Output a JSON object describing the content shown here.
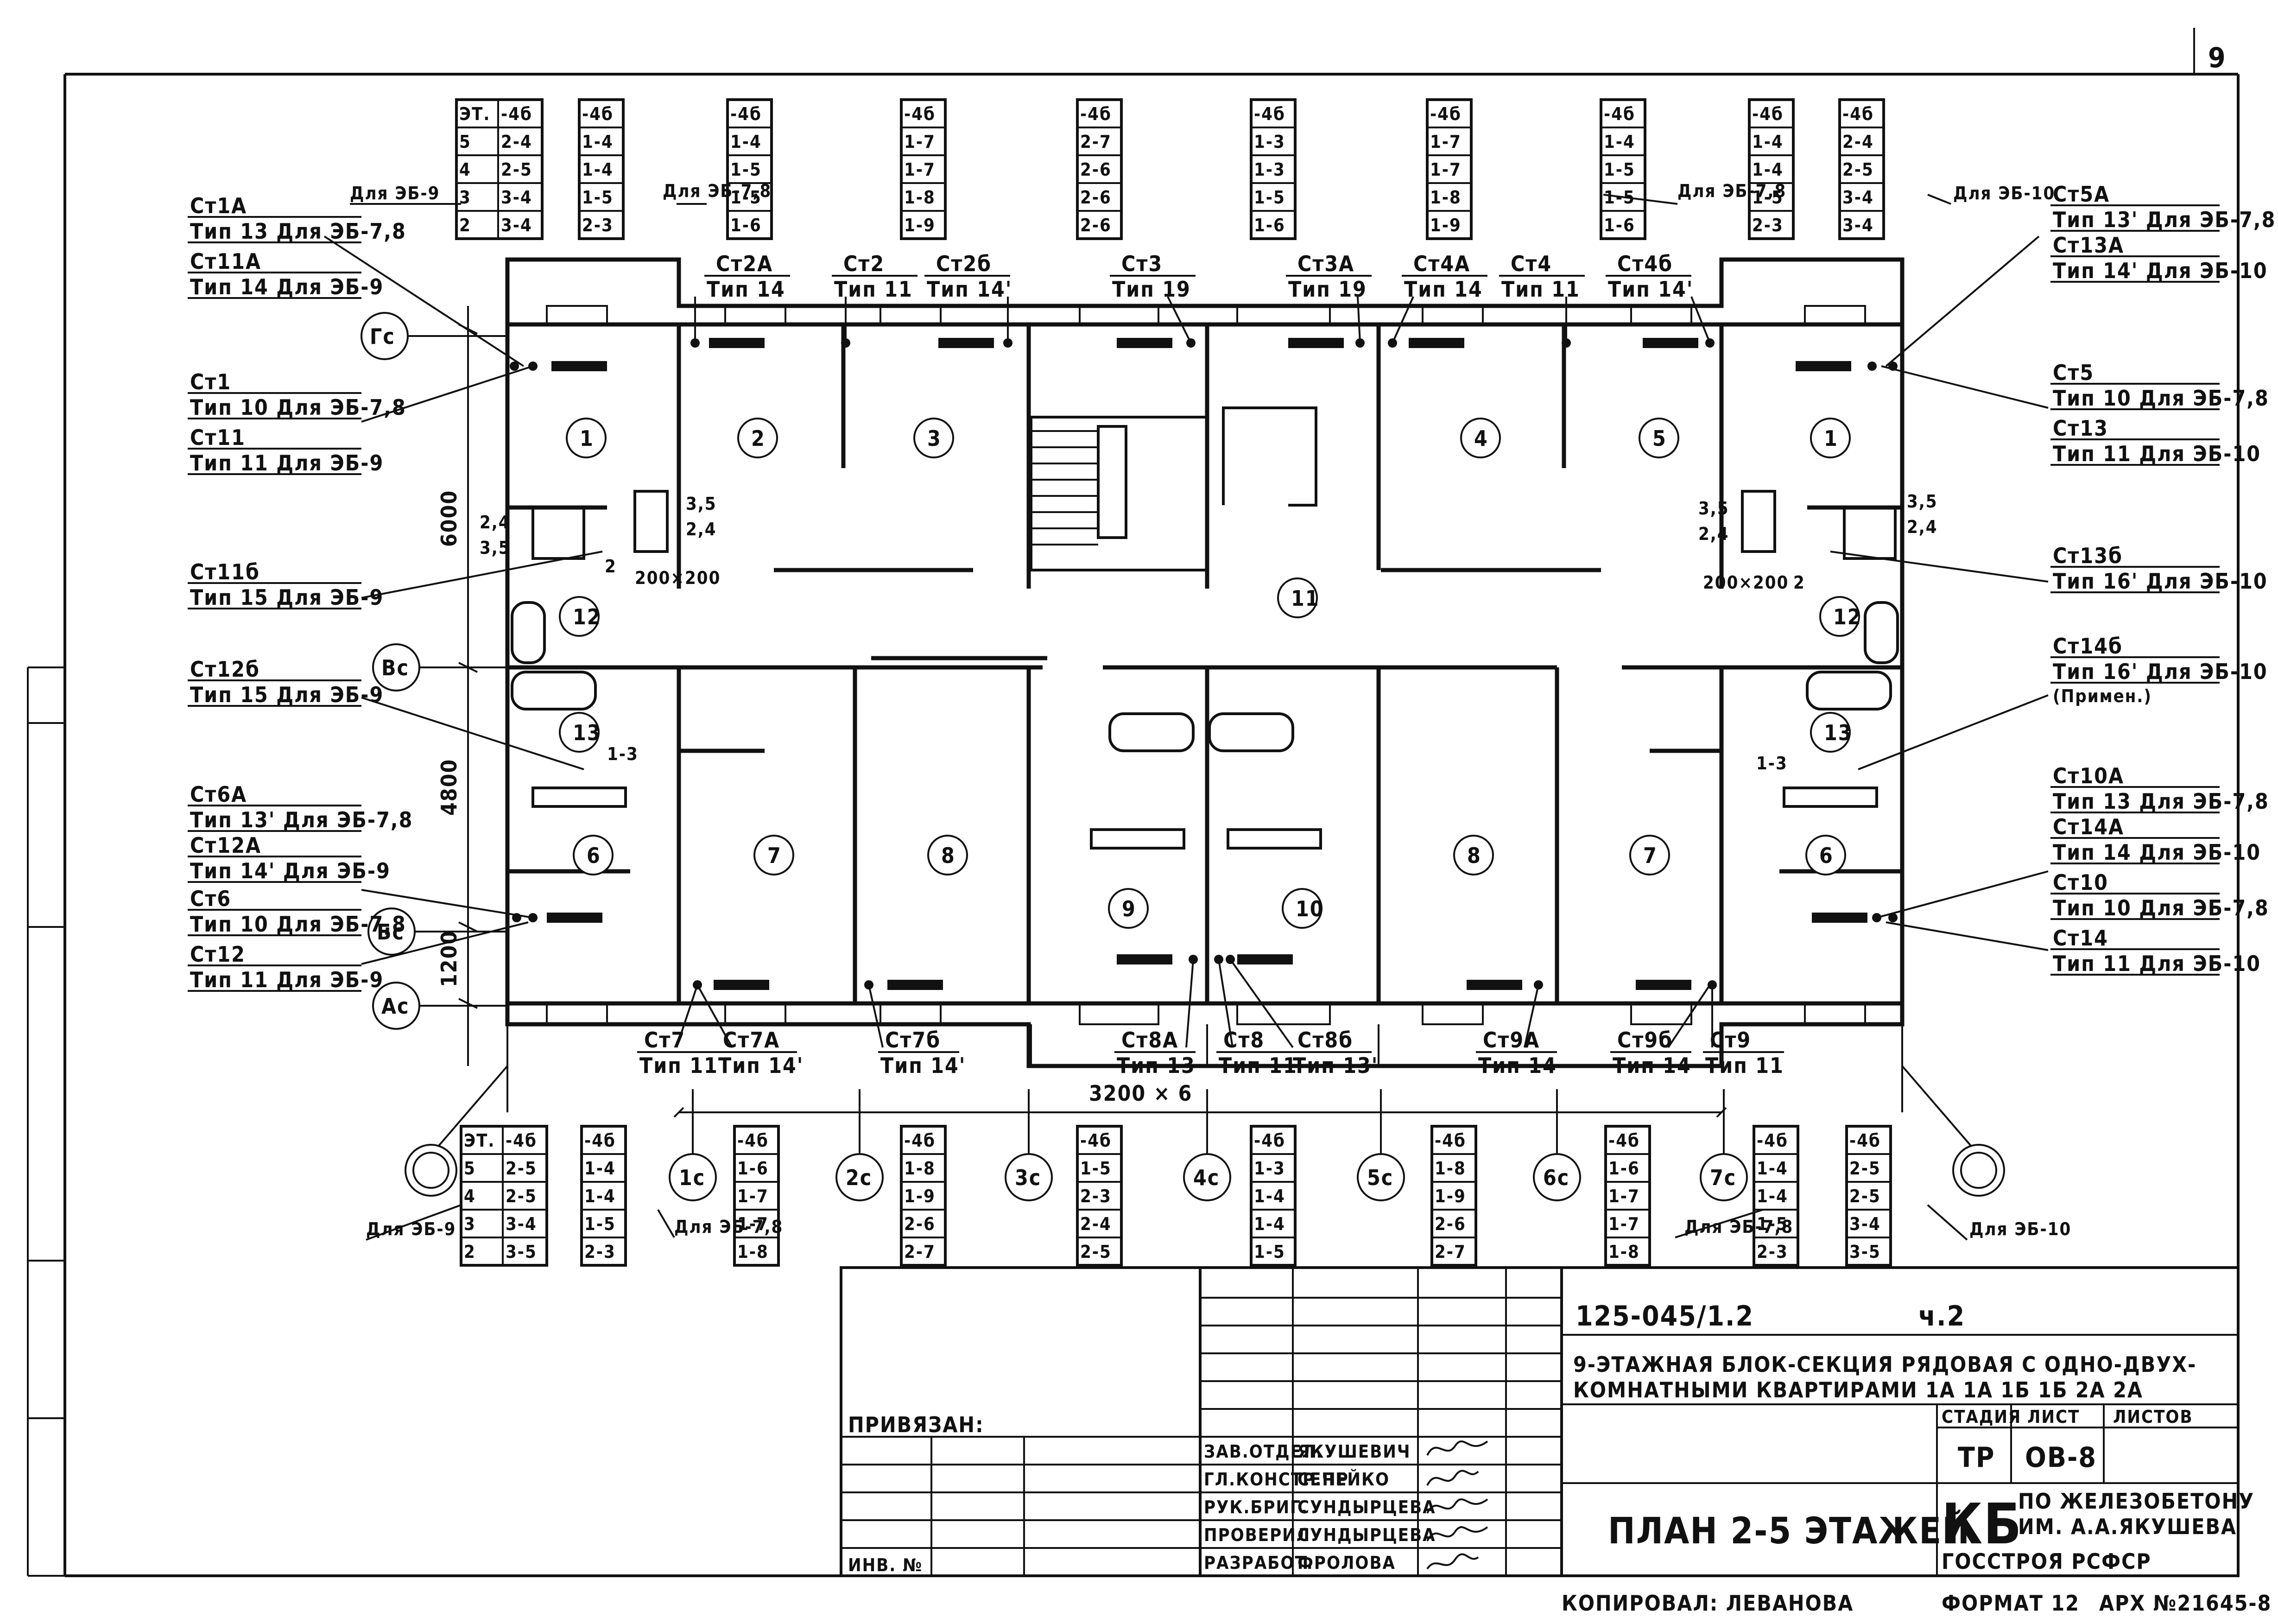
{
  "page_number": "9",
  "rooms": [
    "1",
    "2",
    "3",
    "4",
    "5",
    "1",
    "12",
    "12",
    "11",
    "13",
    "13",
    "6",
    "6",
    "7",
    "8",
    "9",
    "10",
    "8",
    "7"
  ],
  "axes": {
    "rows": [
      "Гс",
      "Вс",
      "Бс",
      "Ас"
    ],
    "cols": [
      "1с",
      "2с",
      "3с",
      "4с",
      "5с",
      "6с",
      "7с"
    ]
  },
  "dimensions": {
    "d6000": "6000",
    "d4800": "4800",
    "d1200": "1200",
    "span": "3200 × 6",
    "win_left": "200×200",
    "win_right": "200×200"
  },
  "top_tables": [
    {
      "header": [
        "ЭТ.",
        "-4б"
      ],
      "rows": [
        [
          "5",
          "2-4"
        ],
        [
          "4",
          "2-5"
        ],
        [
          "3",
          "3-4"
        ],
        [
          "2",
          "3-4"
        ]
      ]
    },
    {
      "header": [
        "-4б"
      ],
      "rows": [
        [
          "1-4"
        ],
        [
          "1-4"
        ],
        [
          "1-5"
        ],
        [
          "2-3"
        ]
      ]
    },
    {
      "header": [
        "-4б"
      ],
      "rows": [
        [
          "1-4"
        ],
        [
          "1-5"
        ],
        [
          "1-5"
        ],
        [
          "1-6"
        ]
      ]
    },
    {
      "header": [
        "-4б"
      ],
      "rows": [
        [
          "1-7"
        ],
        [
          "1-7"
        ],
        [
          "1-8"
        ],
        [
          "1-9"
        ]
      ]
    },
    {
      "header": [
        "-4б"
      ],
      "rows": [
        [
          "2-7"
        ],
        [
          "2-6"
        ],
        [
          "2-6"
        ],
        [
          "2-6"
        ]
      ]
    },
    {
      "header": [
        "-4б"
      ],
      "rows": [
        [
          "1-3"
        ],
        [
          "1-3"
        ],
        [
          "1-5"
        ],
        [
          "1-6"
        ]
      ]
    },
    {
      "header": [
        "-4б"
      ],
      "rows": [
        [
          "1-7"
        ],
        [
          "1-7"
        ],
        [
          "1-8"
        ],
        [
          "1-9"
        ]
      ]
    },
    {
      "header": [
        "-4б"
      ],
      "rows": [
        [
          "1-4"
        ],
        [
          "1-5"
        ],
        [
          "1-5"
        ],
        [
          "1-6"
        ]
      ]
    },
    {
      "header": [
        "-4б"
      ],
      "rows": [
        [
          "1-4"
        ],
        [
          "1-4"
        ],
        [
          "1-5"
        ],
        [
          "2-3"
        ]
      ]
    },
    {
      "header": [
        "-4б"
      ],
      "rows": [
        [
          "2-4"
        ],
        [
          "2-5"
        ],
        [
          "3-4"
        ],
        [
          "3-4"
        ]
      ]
    }
  ],
  "bottom_tables": [
    {
      "header": [
        "ЭТ.",
        "-4б"
      ],
      "rows": [
        [
          "5",
          "2-5"
        ],
        [
          "4",
          "2-5"
        ],
        [
          "3",
          "3-4"
        ],
        [
          "2",
          "3-5"
        ]
      ]
    },
    {
      "header": [
        "-4б"
      ],
      "rows": [
        [
          "1-4"
        ],
        [
          "1-4"
        ],
        [
          "1-5"
        ],
        [
          "2-3"
        ]
      ]
    },
    {
      "header": [
        "-4б"
      ],
      "rows": [
        [
          "1-6"
        ],
        [
          "1-7"
        ],
        [
          "1-7"
        ],
        [
          "1-8"
        ]
      ]
    },
    {
      "header": [
        "-4б"
      ],
      "rows": [
        [
          "1-8"
        ],
        [
          "1-9"
        ],
        [
          "2-6"
        ],
        [
          "2-7"
        ]
      ]
    },
    {
      "header": [
        "-4б"
      ],
      "rows": [
        [
          "1-5"
        ],
        [
          "2-3"
        ],
        [
          "2-4"
        ],
        [
          "2-5"
        ]
      ]
    },
    {
      "header": [
        "-4б"
      ],
      "rows": [
        [
          "1-3"
        ],
        [
          "1-4"
        ],
        [
          "1-4"
        ],
        [
          "1-5"
        ]
      ]
    },
    {
      "header": [
        "-4б"
      ],
      "rows": [
        [
          "1-8"
        ],
        [
          "1-9"
        ],
        [
          "2-6"
        ],
        [
          "2-7"
        ]
      ]
    },
    {
      "header": [
        "-4б"
      ],
      "rows": [
        [
          "1-6"
        ],
        [
          "1-7"
        ],
        [
          "1-7"
        ],
        [
          "1-8"
        ]
      ]
    },
    {
      "header": [
        "-4б"
      ],
      "rows": [
        [
          "1-4"
        ],
        [
          "1-4"
        ],
        [
          "1-5"
        ],
        [
          "2-3"
        ]
      ]
    },
    {
      "header": [
        "-4б"
      ],
      "rows": [
        [
          "2-5"
        ],
        [
          "2-5"
        ],
        [
          "3-4"
        ],
        [
          "3-5"
        ]
      ]
    }
  ],
  "table_notes": {
    "top_left": "Для ЭБ-9",
    "top_mid_left": "Для ЭБ-7,8",
    "top_mid_right": "Для ЭБ-7,8",
    "top_right": "Для ЭБ-10",
    "bot_left": "Для ЭБ-9",
    "bot_mid_left": "Для ЭБ-7,8",
    "bot_mid_right": "Для ЭБ-7,8",
    "bot_right": "Для ЭБ-10"
  },
  "riser_labels": {
    "l1": [
      "Ст1А",
      "Тип 13 Для ЭБ-7,8"
    ],
    "l2": [
      "Ст11А",
      "Тип 14 Для ЭБ-9"
    ],
    "l3": [
      "Ст1",
      "Тип 10 Для ЭБ-7,8"
    ],
    "l4": [
      "Ст11",
      "Тип 11 Для ЭБ-9"
    ],
    "l5": [
      "Ст11б",
      "Тип 15 Для ЭБ-9"
    ],
    "l6": [
      "Ст12б",
      "Тип 15 Для ЭБ-9"
    ],
    "l7": [
      "Ст6А",
      "Тип 13' Для ЭБ-7,8"
    ],
    "l8": [
      "Ст12А",
      "Тип 14' Для ЭБ-9"
    ],
    "l9": [
      "Ст6",
      "Тип 10 Для ЭБ-7,8"
    ],
    "l10": [
      "Ст12",
      "Тип 11 Для ЭБ-9"
    ],
    "r1": [
      "Ст5А",
      "Тип 13' Для ЭБ-7,8"
    ],
    "r2": [
      "Ст13А",
      "Тип 14' Для ЭБ-10"
    ],
    "r3": [
      "Ст5",
      "Тип 10 Для ЭБ-7,8"
    ],
    "r4": [
      "Ст13",
      "Тип 11 Для ЭБ-10"
    ],
    "r5": [
      "Ст13б",
      "Тип 16' Для ЭБ-10"
    ],
    "r6": [
      "Ст14б",
      "Тип 16' Для ЭБ-10",
      "(Примен.)"
    ],
    "r7": [
      "Ст10А",
      "Тип 13 Для ЭБ-7,8"
    ],
    "r8": [
      "Ст14А",
      "Тип 14 Для ЭБ-10"
    ],
    "r9": [
      "Ст10",
      "Тип 10 Для ЭБ-7,8"
    ],
    "r10": [
      "Ст14",
      "Тип 11 Для ЭБ-10"
    ]
  },
  "top_risers": [
    [
      "Ст2А",
      "Тип 14"
    ],
    [
      "Ст2",
      "Тип 11"
    ],
    [
      "Ст2б",
      "Тип 14'"
    ],
    [
      "Ст3",
      "Тип 19"
    ],
    [
      "Ст3А",
      "Тип 19"
    ],
    [
      "Ст4А",
      "Тип 14"
    ],
    [
      "Ст4",
      "Тип 11"
    ],
    [
      "Ст4б",
      "Тип 14'"
    ]
  ],
  "bottom_risers": [
    [
      "Ст7",
      "Тип 11"
    ],
    [
      "Ст7А",
      "Тип 14'"
    ],
    [
      "Ст7б",
      "Тип 14'"
    ],
    [
      "Ст8А",
      "Тип 13"
    ],
    [
      "Ст8",
      "Тип 11"
    ],
    [
      "Ст8б",
      "Тип 13'"
    ],
    [
      "Ст9А",
      "Тип 14"
    ],
    [
      "Ст9б",
      "Тип 14"
    ],
    [
      "Ст9",
      "Тип 11"
    ]
  ],
  "small_marks": [
    "2,4",
    "3,5",
    "1-3",
    "2"
  ],
  "title_block": {
    "code": "125-045/1.2",
    "part": "ч.2",
    "title_line1": "9-ЭТАЖНАЯ БЛОК-СЕКЦИЯ РЯДОВАЯ С ОДНО-ДВУХ-",
    "title_line2": "КОМНАТНЫМИ КВАРТИРАМИ 1А 1А 1Б 1Б 2А 2А",
    "sheet_title": "ПЛАН 2-5 ЭТАЖЕЙ",
    "stage_hdr": "СТАДИЯ",
    "sheet_hdr": "ЛИСТ",
    "sheets_hdr": "ЛИСТОВ",
    "stage": "ТР",
    "sheet": "ОВ-8",
    "org_kb": "КБ",
    "org_line1": "ПО ЖЕЛЕЗОБЕТОНУ",
    "org_line2": "ИМ. А.А.ЯКУШЕВА",
    "org_line3": "ГОССТРОЯ РСФСР",
    "privyazan": "ПРИВЯЗАН:",
    "inv": "ИНВ. №",
    "copied": "КОПИРОВАЛ: ЛЕВАНОВА",
    "format": "ФОРМАТ 12",
    "arch": "АРХ №21645-8",
    "staff": [
      [
        "ЗАВ.ОТДЕЛ.",
        "ЯКУШЕВИЧ"
      ],
      [
        "ГЛ.КОНСТР.ПР",
        "СЕЧЕЙКО"
      ],
      [
        "РУК.БРИГ.",
        "СУНДЫРЦЕВА"
      ],
      [
        "ПРОВЕРИЛ",
        "СУНДЫРЦЕВА"
      ],
      [
        "РАЗРАБОТ.",
        "ФРОЛОВА"
      ]
    ]
  }
}
